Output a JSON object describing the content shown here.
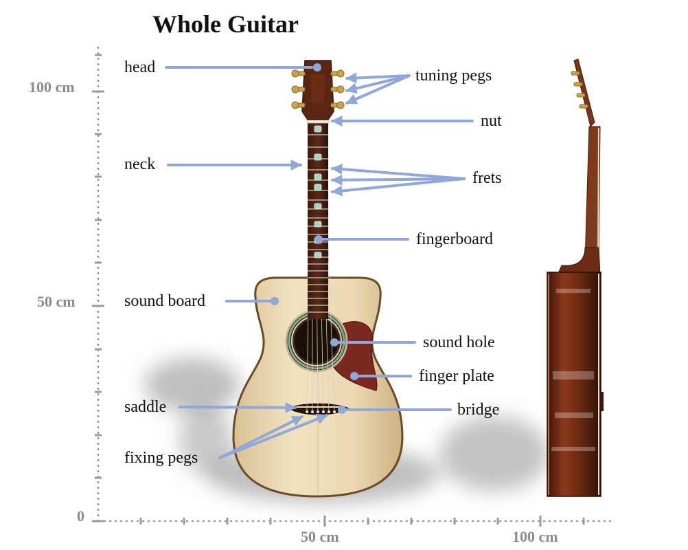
{
  "title": "Whole Guitar",
  "axis": {
    "y_labels": [
      "100 cm",
      "50 cm",
      "0"
    ],
    "x_labels": [
      "50 cm",
      "100 cm"
    ]
  },
  "parts": {
    "head": "head",
    "tuning_pegs": "tuning pegs",
    "nut": "nut",
    "neck": "neck",
    "frets": "frets",
    "fingerboard": "fingerboard",
    "sound_board": "sound board",
    "sound_hole": "sound hole",
    "finger_plate": "finger plate",
    "saddle": "saddle",
    "bridge": "bridge",
    "fixing_pegs": "fixing pegs"
  },
  "colors": {
    "arrow": "#8fa8d8",
    "axis": "#9a9a9a",
    "wood_top": "#ecd9b0",
    "rosewood": "#5a2412",
    "pickguard": "#7a2a20"
  }
}
